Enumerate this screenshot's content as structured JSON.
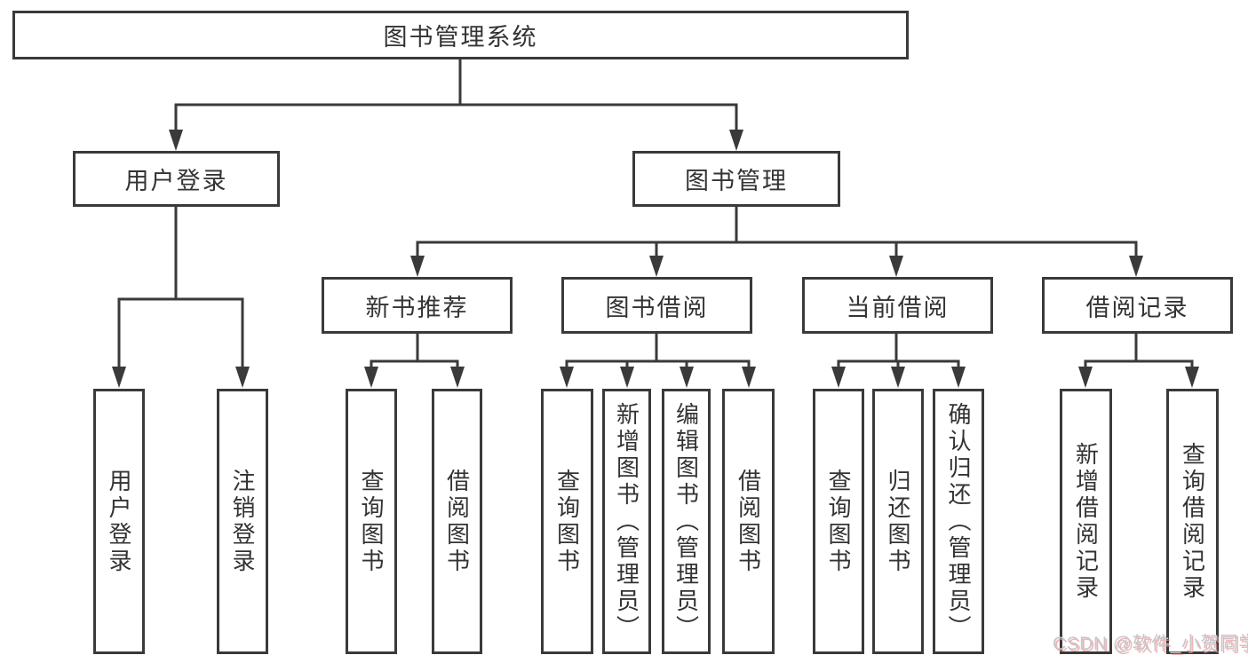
{
  "diagram": {
    "title": "图书管理系统",
    "nodes": {
      "root": {
        "label": "图书管理系统"
      },
      "level2": [
        {
          "label": "用户登录"
        },
        {
          "label": "图书管理"
        }
      ],
      "level3": [
        {
          "label": "新书推荐",
          "parent": "图书管理"
        },
        {
          "label": "图书借阅",
          "parent": "图书管理"
        },
        {
          "label": "当前借阅",
          "parent": "图书管理"
        },
        {
          "label": "借阅记录",
          "parent": "图书管理"
        }
      ],
      "leaves": [
        {
          "label": "用户登录",
          "parent": "用户登录"
        },
        {
          "label": "注销登录",
          "parent": "用户登录"
        },
        {
          "label": "查询图书",
          "parent": "新书推荐"
        },
        {
          "label": "借阅图书",
          "parent": "新书推荐"
        },
        {
          "label": "查询图书",
          "parent": "图书借阅"
        },
        {
          "label": "新增图书（管理员）",
          "parent": "图书借阅"
        },
        {
          "label": "编辑图书（管理员）",
          "parent": "图书借阅"
        },
        {
          "label": "借阅图书",
          "parent": "图书借阅"
        },
        {
          "label": "查询图书",
          "parent": "当前借阅"
        },
        {
          "label": "归还图书",
          "parent": "当前借阅"
        },
        {
          "label": "确认归还（管理员）",
          "parent": "当前借阅"
        },
        {
          "label": "新增借阅记录",
          "parent": "借阅记录"
        },
        {
          "label": "查询借阅记录",
          "parent": "借阅记录"
        }
      ]
    },
    "colors": {
      "line": "#3a3a3a",
      "box_border": "#3a3a3a",
      "box_fill": "#ffffff",
      "text": "#333333",
      "background": "#ffffff",
      "watermark": "#c6c6cb"
    }
  },
  "watermark": {
    "text": "CSDN @软件_小贺同学"
  }
}
